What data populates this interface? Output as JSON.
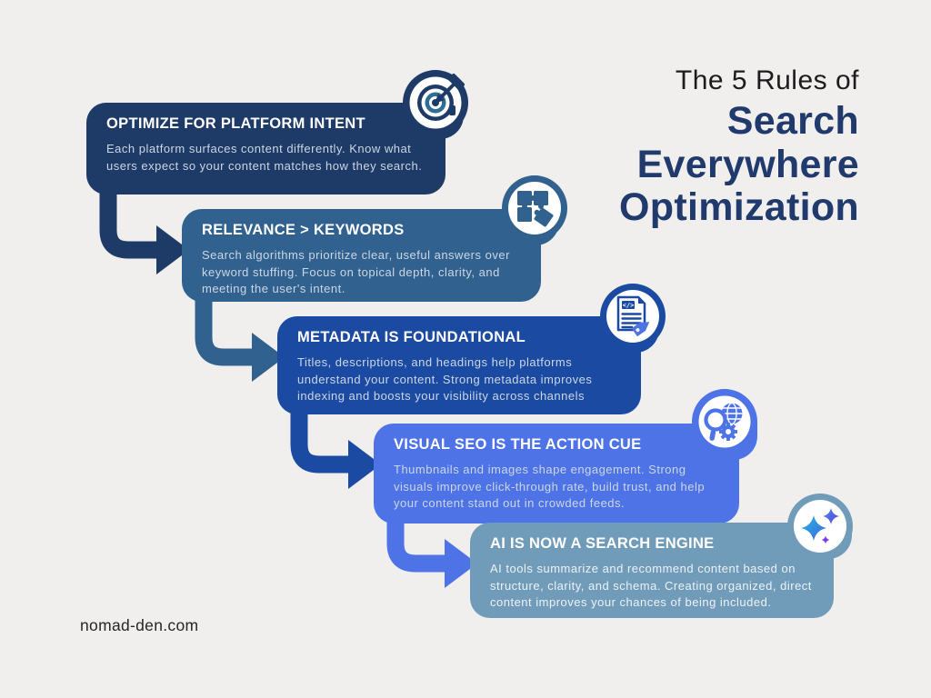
{
  "page": {
    "background": "#f0efed",
    "watermark": "nomad-den.com"
  },
  "header": {
    "kicker": "The 5 Rules of",
    "kicker_color": "#1c1c1e",
    "title_color": "#203a6d",
    "title_lines": [
      "Search",
      "Everywhere",
      "Optimization"
    ]
  },
  "cards": [
    {
      "title": "OPTIMIZE FOR PLATFORM INTENT",
      "body": "Each platform surfaces content differently. Know what users expect so your content matches how they search.",
      "color": "#1e3a66",
      "icon": "target-dart-icon"
    },
    {
      "title": "RELEVANCE > KEYWORDS",
      "body": "Search algorithms prioritize clear, useful answers over keyword stuffing. Focus on topical depth, clarity, and meeting the user's intent.",
      "color": "#31618e",
      "icon": "puzzle-pieces-icon"
    },
    {
      "title": "METADATA IS FOUNDATIONAL",
      "body": "Titles, descriptions, and headings help platforms understand your content. Strong metadata improves indexing and boosts your visibility across channels",
      "color": "#1b4aa2",
      "icon": "document-code-tag-icon"
    },
    {
      "title": "VISUAL SEO IS THE ACTION CUE",
      "body": "Thumbnails and images shape engagement. Strong visuals improve click-through rate, build trust, and help your content stand out in crowded feeds.",
      "color": "#4d73e6",
      "icon": "search-globe-gear-icon"
    },
    {
      "title": "AI IS NOW A SEARCH ENGINE",
      "body": "AI tools summarize and recommend content based on structure, clarity, and schema. Creating organized, direct content improves your chances of being included.",
      "color": "#719cb9",
      "icon": "ai-sparkles-icon"
    }
  ]
}
